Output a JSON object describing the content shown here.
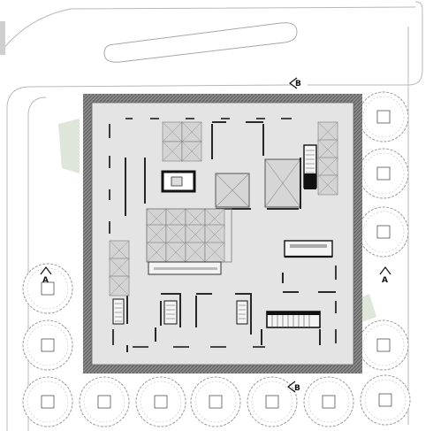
{
  "section_markers": {
    "b_top": "B",
    "b_bottom": "B",
    "a_left": "A",
    "a_right": "A"
  },
  "colors": {
    "floor": "#e6e6e6",
    "frame": "#7b7b7b",
    "wall": "#111111",
    "green": "#d9e3d4",
    "panel": "#d7d7d7",
    "line": "#9a9a9a"
  },
  "tree_icon": "tree-canopy-icon"
}
